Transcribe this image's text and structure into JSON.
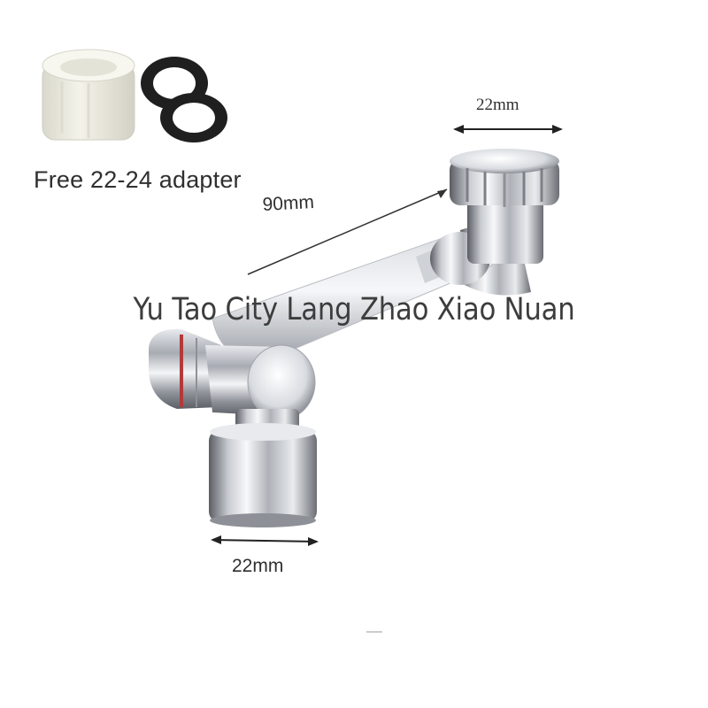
{
  "adapter": {
    "caption": "Free 22-24 adapter"
  },
  "dimensions": {
    "inlet_width": "22mm",
    "arm_length": "90mm",
    "outlet_width": "22mm"
  },
  "watermark": {
    "text": "Yu Tao City Lang Zhao Xiao Nuan"
  },
  "colors": {
    "background": "#ffffff",
    "chrome_light": "#f2f3f5",
    "chrome_mid": "#b9bcc2",
    "chrome_dark": "#55585e",
    "adapter_plastic": "#ecebe1",
    "washer": "#1f1f1f",
    "seal_ring": "#b23a3a"
  }
}
